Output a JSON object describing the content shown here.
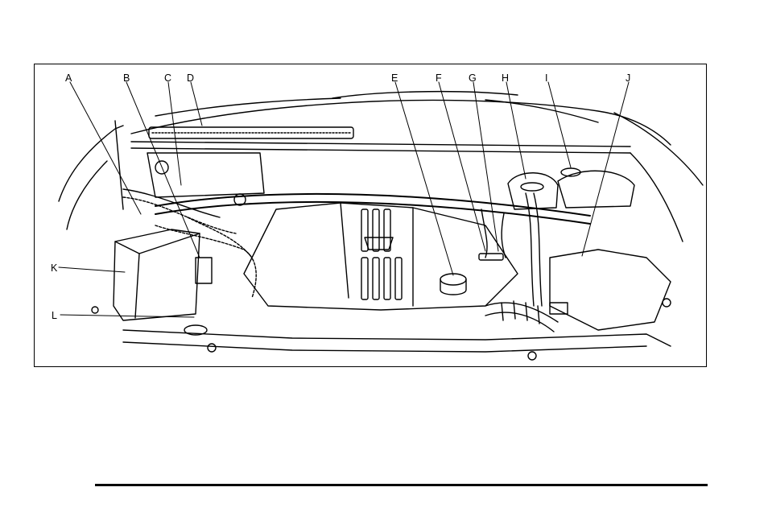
{
  "figure": {
    "callouts": [
      "A",
      "B",
      "C",
      "D",
      "E",
      "F",
      "G",
      "H",
      "I",
      "J",
      "K",
      "L"
    ]
  }
}
